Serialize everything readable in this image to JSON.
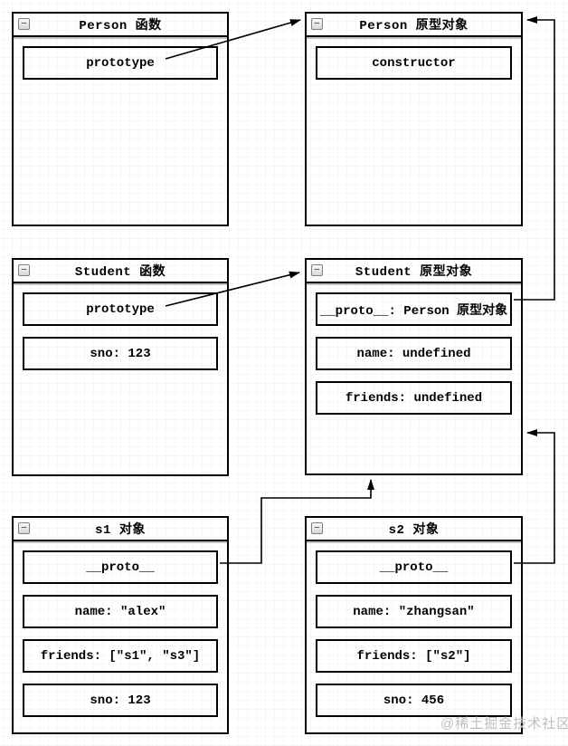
{
  "diagram": {
    "collapse_glyph": "−",
    "boxes": [
      {
        "title": "Person 函数",
        "cells": [
          "prototype"
        ]
      },
      {
        "title": "Person 原型对象",
        "cells": [
          "constructor"
        ]
      },
      {
        "title": "Student 函数",
        "cells": [
          "prototype",
          "sno: 123"
        ]
      },
      {
        "title": "Student 原型对象",
        "cells": [
          "__proto__: Person 原型对象",
          "name: undefined",
          "friends: undefined"
        ]
      },
      {
        "title": "s1 对象",
        "cells": [
          "__proto__",
          "name: \"alex\"",
          "friends: [\"s1\", \"s3\"]",
          "sno: 123"
        ]
      },
      {
        "title": "s2 对象",
        "cells": [
          "__proto__",
          "name: \"zhangsan\"",
          "friends: [\"s2\"]",
          "sno: 456"
        ]
      }
    ],
    "edges": [
      {
        "from": "Person 函数 / prototype",
        "to": "Person 原型对象"
      },
      {
        "from": "Student 函数 / prototype",
        "to": "Student 原型对象"
      },
      {
        "from": "Student 原型对象 / __proto__",
        "to": "Person 原型对象"
      },
      {
        "from": "s1 对象 / __proto__",
        "to": "Student 原型对象"
      },
      {
        "from": "s2 对象 / __proto__",
        "to": "Student 原型对象"
      }
    ],
    "watermark": "@稀土掘金技术社区",
    "colors": {
      "stroke": "#000000",
      "grid_major": "#e8e8e8",
      "grid_minor": "#f6f6f6",
      "watermark": "#bfbfbf"
    }
  }
}
